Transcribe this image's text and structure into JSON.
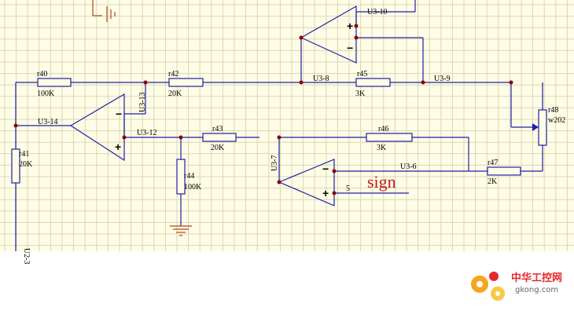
{
  "schematic": {
    "components": {
      "r40": {
        "ref": "r40",
        "value": "100K"
      },
      "r41": {
        "ref": "r41",
        "value": "20K"
      },
      "r42": {
        "ref": "r42",
        "value": "20K"
      },
      "r43": {
        "ref": "r43",
        "value": "20K"
      },
      "r44": {
        "ref": "r44",
        "value": "100K"
      },
      "r45": {
        "ref": "r45",
        "value": "3K"
      },
      "r46": {
        "ref": "r46",
        "value": "3K"
      },
      "r47": {
        "ref": "r47",
        "value": "2K"
      },
      "r48": {
        "ref": "r48",
        "value": "w202"
      }
    },
    "nets": {
      "u3_14": "U3-14",
      "u3_13": "U3-13",
      "u3_12": "U3-12",
      "u3_10": "U3-10",
      "u3_8": "U3-8",
      "u3_9": "U3-9",
      "u3_7": "U3-7",
      "u3_6": "U3-6",
      "u2_3": "U2-3",
      "pin5": "5"
    },
    "signal_label": "sign",
    "opamp_symbols": {
      "minus": "−",
      "plus": "+"
    }
  },
  "watermark": {
    "brand_text": "中华工控网",
    "url": "gkong.com"
  },
  "colors": {
    "grid_background": "#fffde6",
    "grid_lines": "#d9d6b8",
    "wire": "#1f1fa8",
    "junction": "#8b0000",
    "ground": "#b0451a",
    "signal_label": "#c0181c",
    "watermark_accent": "#f5a623"
  }
}
